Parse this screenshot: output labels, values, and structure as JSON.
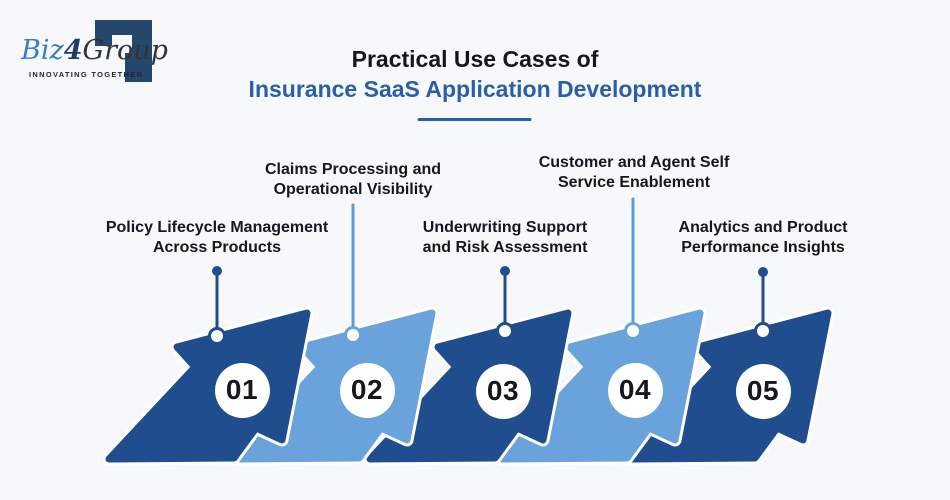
{
  "logo": {
    "brand_prefix": "Biz",
    "brand_numeral": "4",
    "brand_suffix": "Group",
    "tagline": "INNOVATING TOGETHER"
  },
  "header": {
    "title_line1": "Practical Use Cases of",
    "title_line2": "Insurance SaaS Application Development"
  },
  "items": [
    {
      "number": "01",
      "title_lines": [
        "Policy Lifecycle Management",
        "Across Products"
      ]
    },
    {
      "number": "02",
      "title_lines": [
        "Claims Processing and",
        "Operational Visibility"
      ]
    },
    {
      "number": "03",
      "title_lines": [
        "Underwriting Support",
        "and Risk Assessment"
      ]
    },
    {
      "number": "04",
      "title_lines": [
        "Customer and Agent Self",
        "Service Enablement"
      ]
    },
    {
      "number": "05",
      "title_lines": [
        "Analytics and Product",
        "Performance Insights"
      ]
    }
  ],
  "colors": {
    "arrow_dark": "#1f4d8d",
    "arrow_light": "#6aa3dc",
    "title_accent": "#2a5fa8",
    "text_dark": "#15161f",
    "background": "#f6f8fa",
    "logo_navy": "#24476b",
    "logo_blue": "#3b7cc0",
    "logo_charcoal": "#32333b"
  }
}
